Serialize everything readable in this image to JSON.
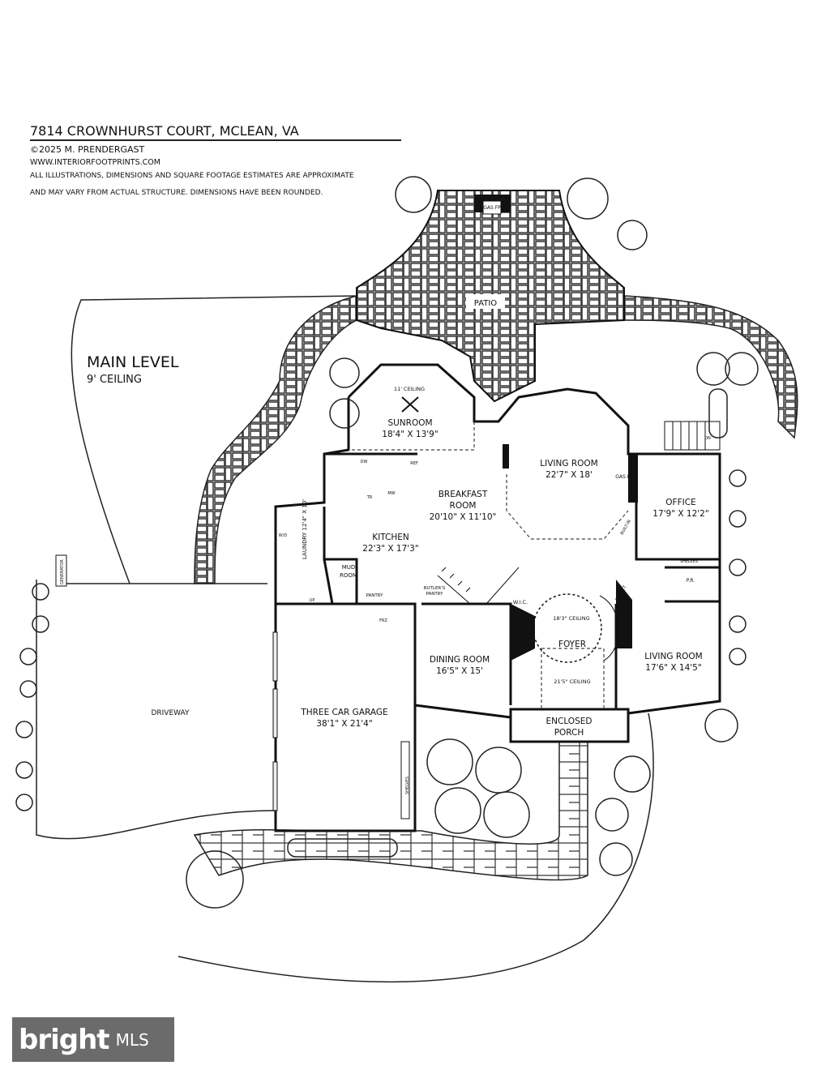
{
  "header": {
    "address": "7814 CROWNHURST COURT, MCLEAN, VA",
    "copyright": "©2025 M. PRENDERGAST",
    "website": "WWW.INTERIORFOOTPRINTS.COM",
    "disclaimer_1": "ALL ILLUSTRATIONS, DIMENSIONS AND SQUARE FOOTAGE ESTIMATES ARE APPROXIMATE",
    "disclaimer_2": "AND MAY VARY FROM ACTUAL STRUCTURE. DIMENSIONS HAVE BEEN ROUNDED."
  },
  "level": {
    "name": "MAIN LEVEL",
    "ceiling": "9' CEILING"
  },
  "rooms": {
    "patio": "PATIO",
    "gas_fp_patio": "GAS FP",
    "sunroom": {
      "name": "SUNROOM",
      "dims": "18'4\" X 13'9\"",
      "ceiling": "11' CEILING"
    },
    "living_room": {
      "name": "LIVING ROOM",
      "dims": "22'7\" X 18'"
    },
    "gas_fp": "GAS FP",
    "breakfast": {
      "name_1": "BREAKFAST",
      "name_2": "ROOM",
      "dims": "20'10\" X 11'10\""
    },
    "kitchen": {
      "name": "KITCHEN",
      "dims": "22'3\" X 17'3\""
    },
    "office": {
      "name": "OFFICE",
      "dims": "17'9\" X 12'2\""
    },
    "laundry": "LAUNDRY 12'4\" X 10'",
    "mud_room_1": "MUD",
    "mud_room_2": "ROOM",
    "pantry": "PANTRY",
    "butlers_pantry_1": "BUTLER'S",
    "butlers_pantry_2": "PANTRY",
    "wic": "W.I.C.",
    "closet": "CLOSET",
    "foyer": {
      "name": "FOYER",
      "ceiling": "18'3\" CEILING",
      "ceiling_2": "21'5\" CEILING"
    },
    "dining": {
      "name": "DINING ROOM",
      "dims": "16'5\" X 15'"
    },
    "living_room_2": {
      "name": "LIVING ROOM",
      "dims": "17'6\" X 14'5\""
    },
    "garage": {
      "name": "THREE CAR GARAGE",
      "dims": "38'1\" X 21'4\""
    },
    "porch_1": "ENCLOSED",
    "porch_2": "PORCH",
    "powder": "P.R.",
    "shelves": "SHELVES",
    "shelves_garage": "SHELVES",
    "builtin": "BUILT-IN",
    "driveway": "DRIVEWAY",
    "generator": "GENERATOR"
  },
  "fixtures": {
    "dw": "DW",
    "ref": "REF",
    "mw": "MW",
    "tr": "TR",
    "wd": "W/D",
    "frz": "FRZ",
    "up": "UP",
    "dn": "DN"
  },
  "logo": {
    "brand": "bright",
    "suffix": "MLS"
  }
}
